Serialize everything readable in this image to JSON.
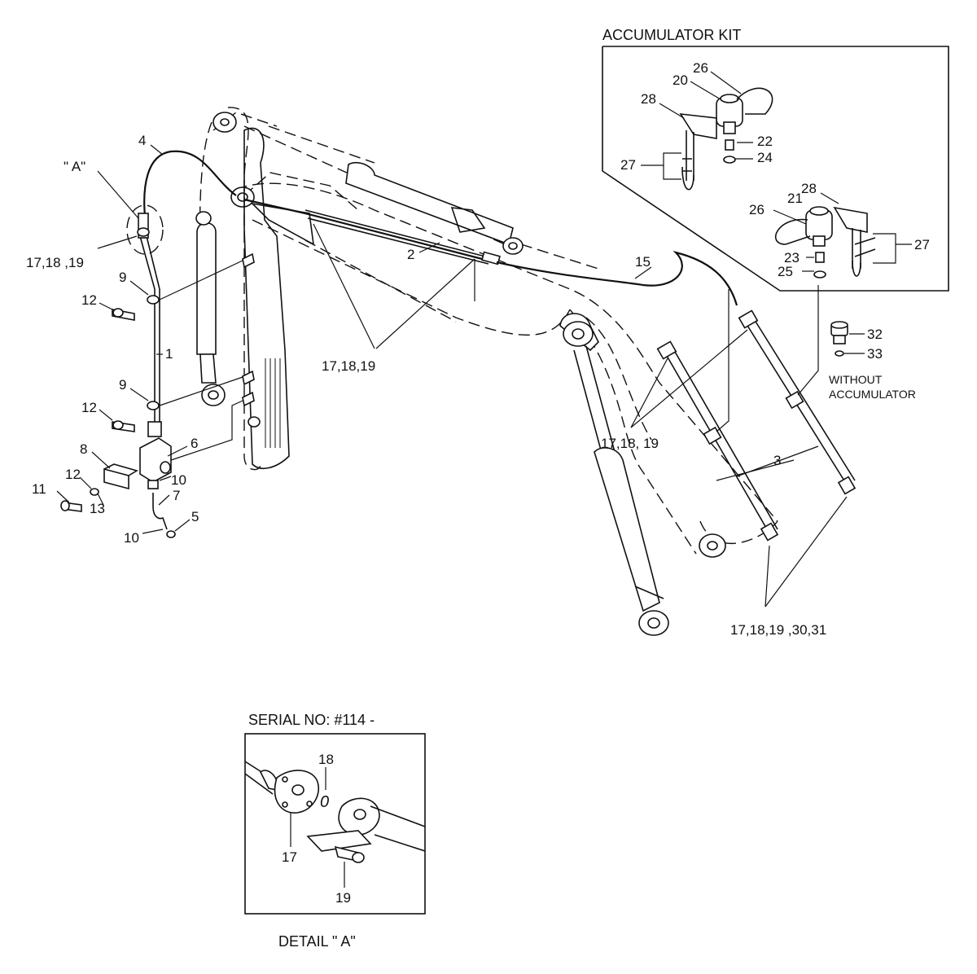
{
  "diagram": {
    "kit_title": "ACCUMULATOR KIT",
    "detail_serial": "SERIAL NO: #114 -",
    "detail_caption": "DETAIL    \" A\"",
    "detail_ref": "\" A\"",
    "without_accumulator": [
      "WITHOUT",
      "ACCUMULATOR"
    ],
    "labels": {
      "p1": "1",
      "p2": "2",
      "p3": "3",
      "p4": "4",
      "p5": "5",
      "p6": "6",
      "p7": "7",
      "p8": "8",
      "p9a": "9",
      "p9b": "9",
      "p10a": "10",
      "p10b": "10",
      "p11": "11",
      "p12a": "12",
      "p12b": "12",
      "p12c": "12",
      "p13": "13",
      "p15": "15",
      "g171819a": "17,18 ,19",
      "g171819b": "17,18,19",
      "g171819c": "17,18, 19",
      "g1718193031": "17,18,19 ,30,31",
      "k20": "20",
      "k21": "21",
      "k22": "22",
      "k23": "23",
      "k24": "24",
      "k25": "25",
      "k26a": "26",
      "k26b": "26",
      "k27a": "27",
      "k27b": "27",
      "k28a": "28",
      "k28b": "28",
      "p32": "32",
      "p33": "33",
      "d17": "17",
      "d18": "18",
      "d19": "19"
    }
  }
}
